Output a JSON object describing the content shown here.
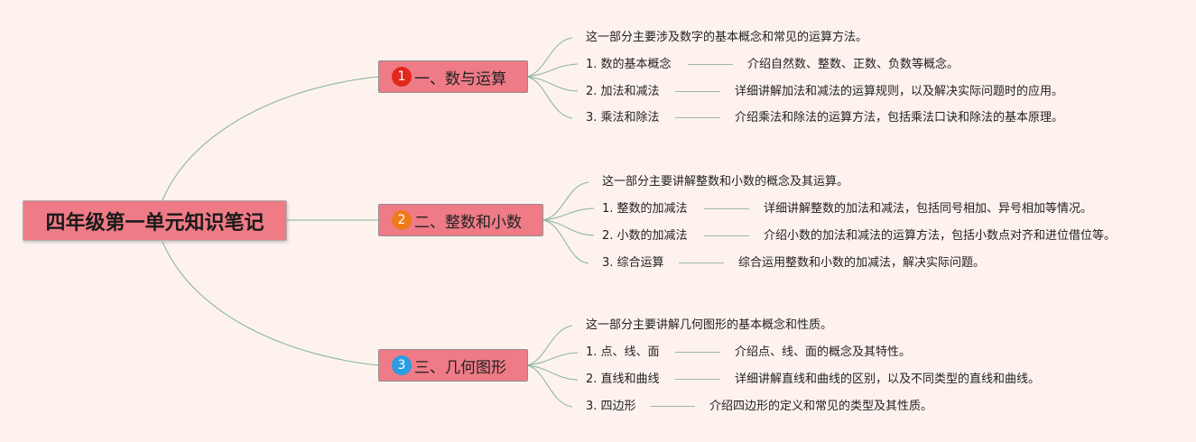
{
  "root": {
    "title": "四年级第一单元知识笔记"
  },
  "branches": [
    {
      "number": "1",
      "label": "一、数与运算",
      "badge_color": "#e0291c",
      "intro": "这一部分主要涉及数字的基本概念和常见的运算方法。",
      "items": [
        {
          "label": "1. 数的基本概念",
          "desc": "介绍自然数、整数、正数、负数等概念。"
        },
        {
          "label": "2. 加法和减法",
          "desc": "详细讲解加法和减法的运算规则，以及解决实际问题时的应用。"
        },
        {
          "label": "3. 乘法和除法",
          "desc": "介绍乘法和除法的运算方法，包括乘法口诀和除法的基本原理。"
        }
      ]
    },
    {
      "number": "2",
      "label": "二、整数和小数",
      "badge_color": "#f07a1a",
      "intro": "这一部分主要讲解整数和小数的概念及其运算。",
      "items": [
        {
          "label": "1. 整数的加减法",
          "desc": "详细讲解整数的加法和减法，包括同号相加、异号相加等情况。"
        },
        {
          "label": "2. 小数的加减法",
          "desc": "介绍小数的加法和减法的运算方法，包括小数点对齐和进位借位等。"
        },
        {
          "label": "3. 综合运算",
          "desc": "综合运用整数和小数的加减法，解决实际问题。"
        }
      ]
    },
    {
      "number": "3",
      "label": "三、几何图形",
      "badge_color": "#2a9ee0",
      "intro": "这一部分主要讲解几何图形的基本概念和性质。",
      "items": [
        {
          "label": "1. 点、线、面",
          "desc": "介绍点、线、面的概念及其特性。"
        },
        {
          "label": "2. 直线和曲线",
          "desc": "详细讲解直线和曲线的区别，以及不同类型的直线和曲线。"
        },
        {
          "label": "3. 四边形",
          "desc": "介绍四边形的定义和常见的类型及其性质。"
        }
      ]
    }
  ]
}
